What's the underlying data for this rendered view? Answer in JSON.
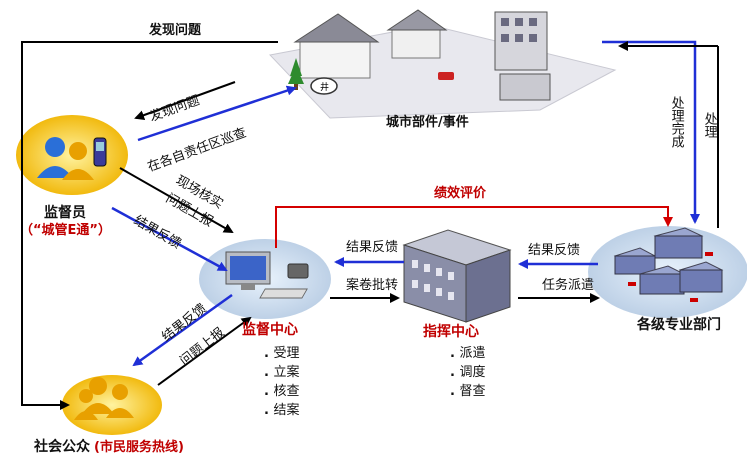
{
  "colors": {
    "black_arrow": "#000000",
    "blue_arrow": "#1f2fd6",
    "red_arrow": "#d40000",
    "red_text": "#c00000"
  },
  "labels": {
    "top_find_problem": "发现问题",
    "city_parts": "城市部件/事件",
    "find_problem_diag": "发现问题",
    "patrol_diag": "在各自责任区巡查",
    "site_verify_diag": "现场核实",
    "report_diag": "问题上报",
    "result_feedback_diag": "结果反馈",
    "handle_done": "处理完成",
    "handle": "处理",
    "performance": "绩效评价",
    "result_feedback_right": "结果反馈",
    "result_feedback_mid": "结果反馈",
    "case_transfer": "案卷批转",
    "task_dispatch": "任务派遣",
    "public_feedback_diag": "结果反馈",
    "public_report_diag": "问题上报"
  },
  "nodes": {
    "supervisor": {
      "name": "监督员",
      "sub": "（“城管E通”）"
    },
    "supervision_center": {
      "name": "监督中心",
      "tasks": [
        "受理",
        "立案",
        "核查",
        "结案"
      ]
    },
    "command_center": {
      "name": "指挥中心",
      "tasks": [
        "派遣",
        "调度",
        "督查"
      ]
    },
    "departments": {
      "name": "各级专业部门"
    },
    "public": {
      "name": "社会公众",
      "sub": "(市民服务热线)"
    }
  },
  "icons": {
    "city": "city-buildings-icon",
    "supervisor": "people-with-phone-icon",
    "computer": "computer-workstation-icon",
    "command": "office-building-icon",
    "departments": "network-buildings-icon",
    "public": "people-group-icon"
  }
}
